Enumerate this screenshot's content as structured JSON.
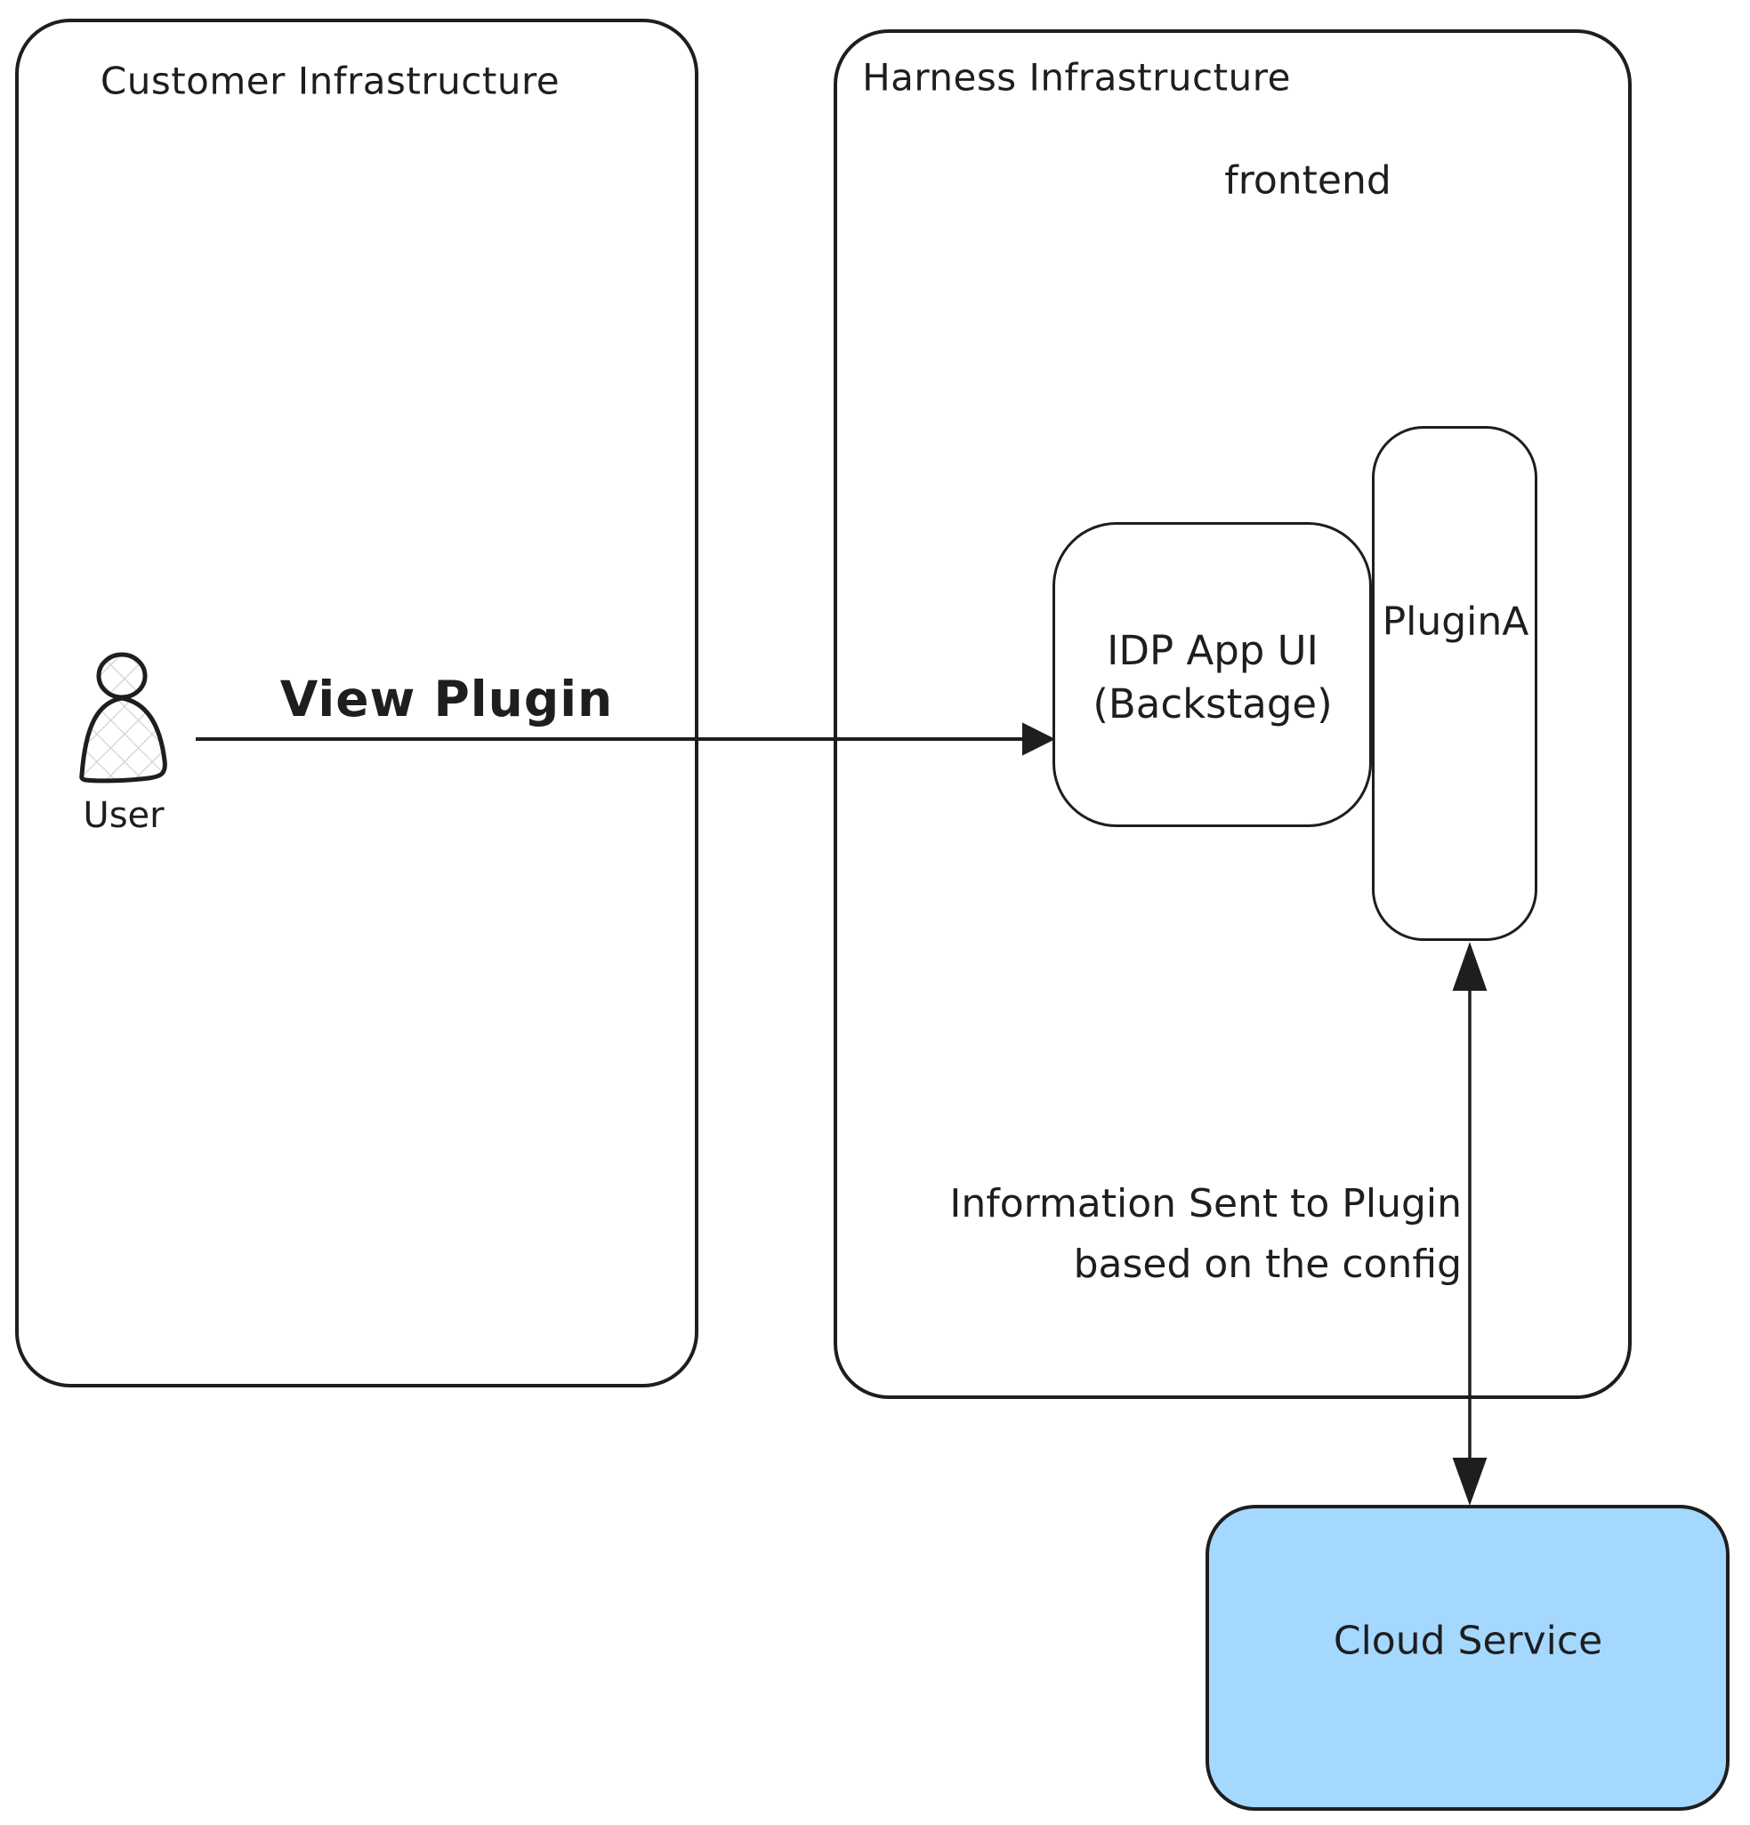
{
  "colors": {
    "stroke": "#1e1e1e",
    "cloud_fill": "#a5d8ff",
    "hatch": "#ccd5de",
    "canvas_bg": "#ffffff"
  },
  "customer": {
    "title": "Customer Infrastructure"
  },
  "harness": {
    "title": "Harness Infrastructure",
    "frontend_label": "frontend"
  },
  "user": {
    "label": "User"
  },
  "arrows": {
    "view_plugin": {
      "label": "View Plugin"
    },
    "info": {
      "line1": "Information Sent to Plugin",
      "line2": "based on the config"
    }
  },
  "idp": {
    "line1": "IDP App UI",
    "line2": "(Backstage)"
  },
  "plugin": {
    "label": "PluginA"
  },
  "cloud": {
    "label": "Cloud Service"
  }
}
